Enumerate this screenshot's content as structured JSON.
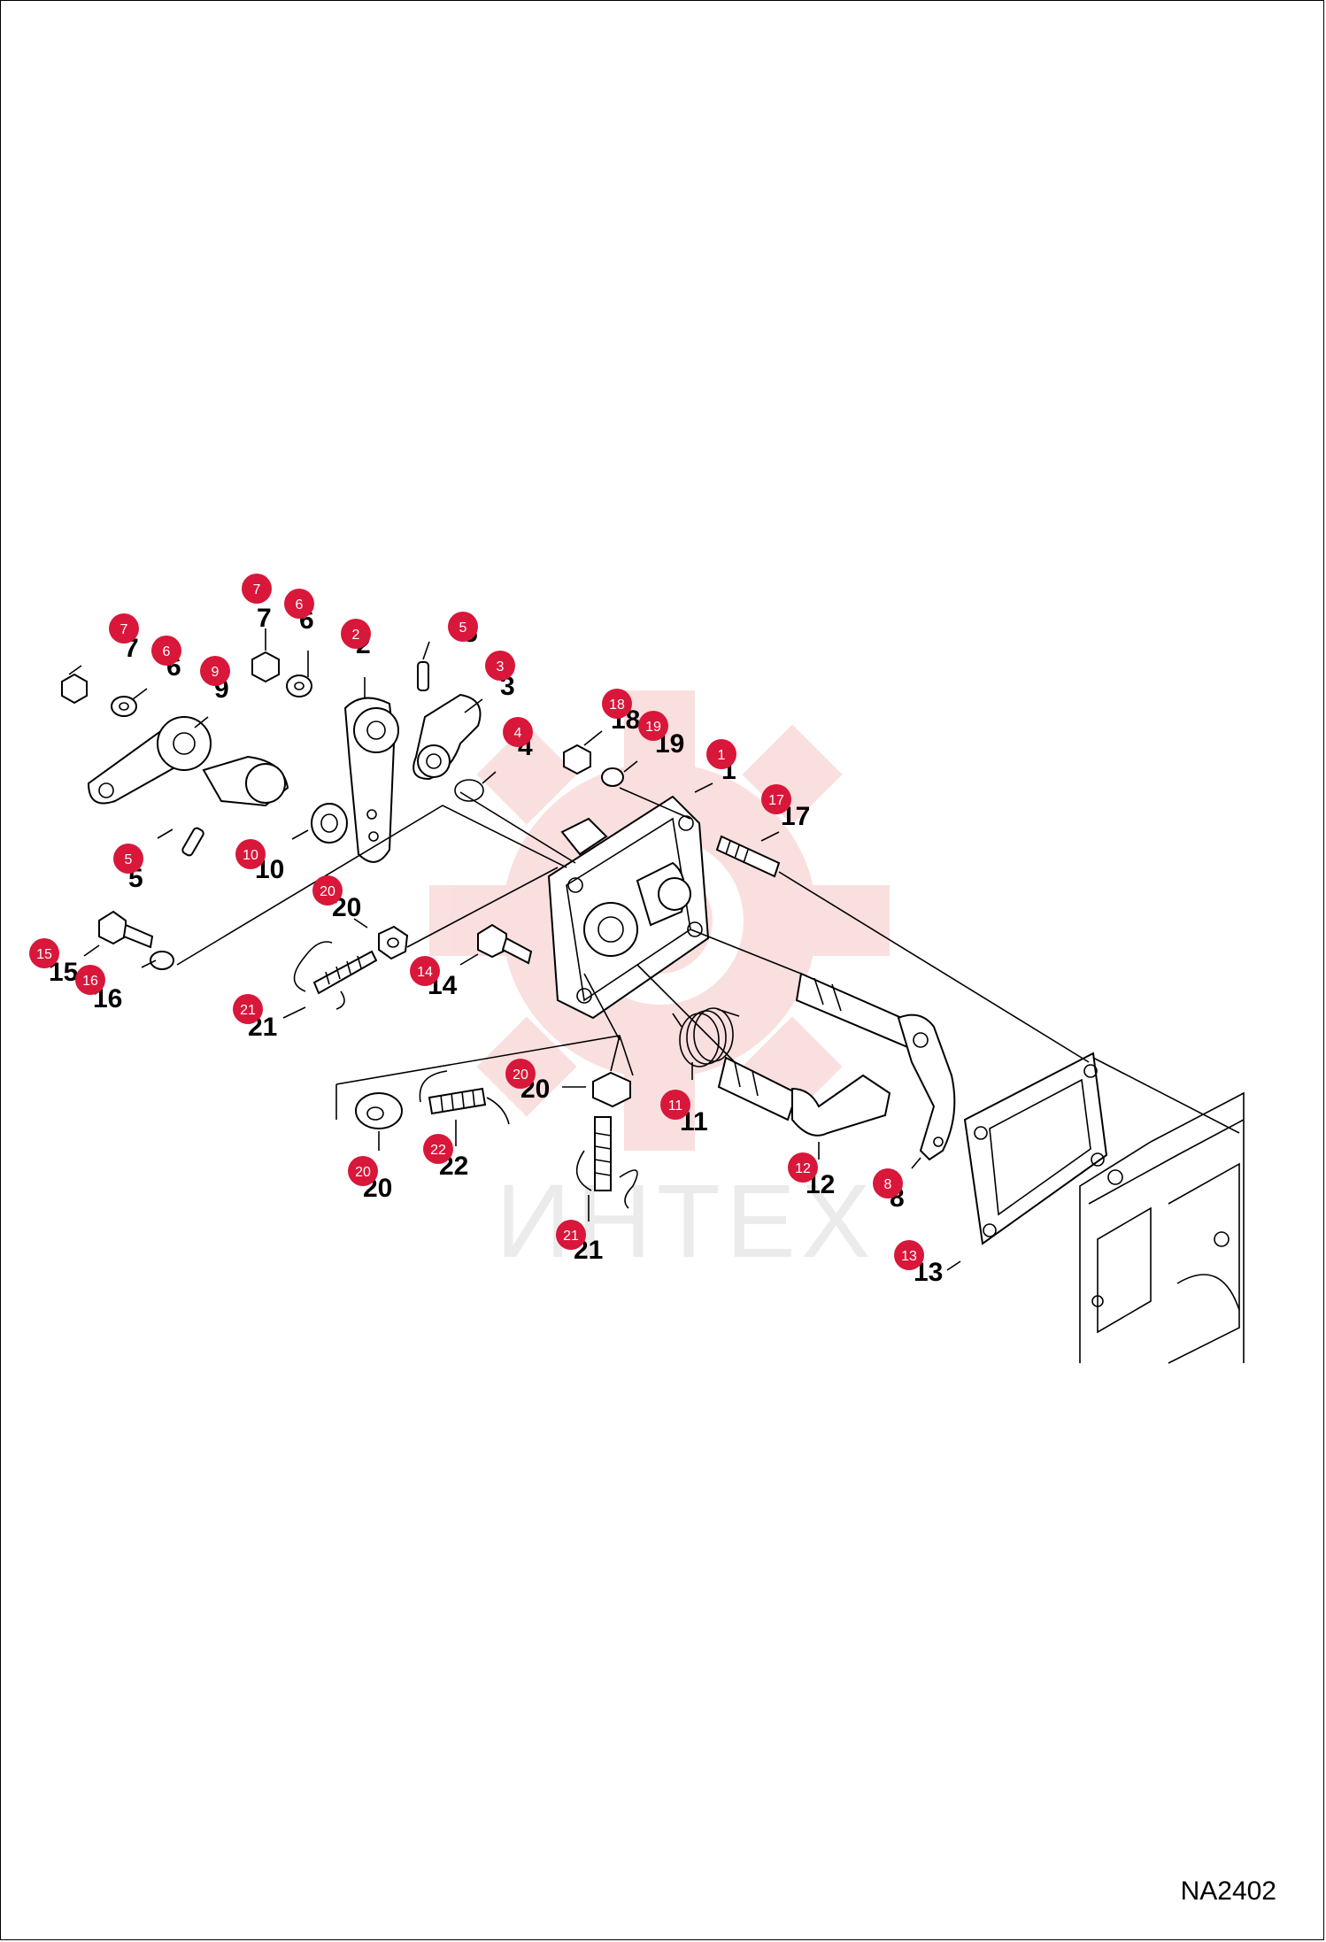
{
  "watermark": {
    "text": "ИНТЕХ",
    "color": "#f8c8c8"
  },
  "drawing_code": "NA2402",
  "badge_color": "#d8173a",
  "callouts": [
    {
      "id": "c7a",
      "label": "7"
    },
    {
      "id": "c6a",
      "label": "6"
    },
    {
      "id": "c7b",
      "label": "7"
    },
    {
      "id": "c6b",
      "label": "6"
    },
    {
      "id": "c9",
      "label": "9"
    },
    {
      "id": "c2",
      "label": "2"
    },
    {
      "id": "c5a",
      "label": "5"
    },
    {
      "id": "c3",
      "label": "3"
    },
    {
      "id": "c4",
      "label": "4"
    },
    {
      "id": "c18",
      "label": "18"
    },
    {
      "id": "c19",
      "label": "19"
    },
    {
      "id": "c1",
      "label": "1"
    },
    {
      "id": "c17",
      "label": "17"
    },
    {
      "id": "c5b",
      "label": "5"
    },
    {
      "id": "c10",
      "label": "10"
    },
    {
      "id": "c20a",
      "label": "20"
    },
    {
      "id": "c15",
      "label": "15"
    },
    {
      "id": "c16",
      "label": "16"
    },
    {
      "id": "c14",
      "label": "14"
    },
    {
      "id": "c21a",
      "label": "21"
    },
    {
      "id": "c20b",
      "label": "20"
    },
    {
      "id": "c11",
      "label": "11"
    },
    {
      "id": "c20c",
      "label": "20"
    },
    {
      "id": "c22",
      "label": "22"
    },
    {
      "id": "c12",
      "label": "12"
    },
    {
      "id": "c8",
      "label": "8"
    },
    {
      "id": "c21b",
      "label": "21"
    },
    {
      "id": "c13",
      "label": "13"
    }
  ]
}
